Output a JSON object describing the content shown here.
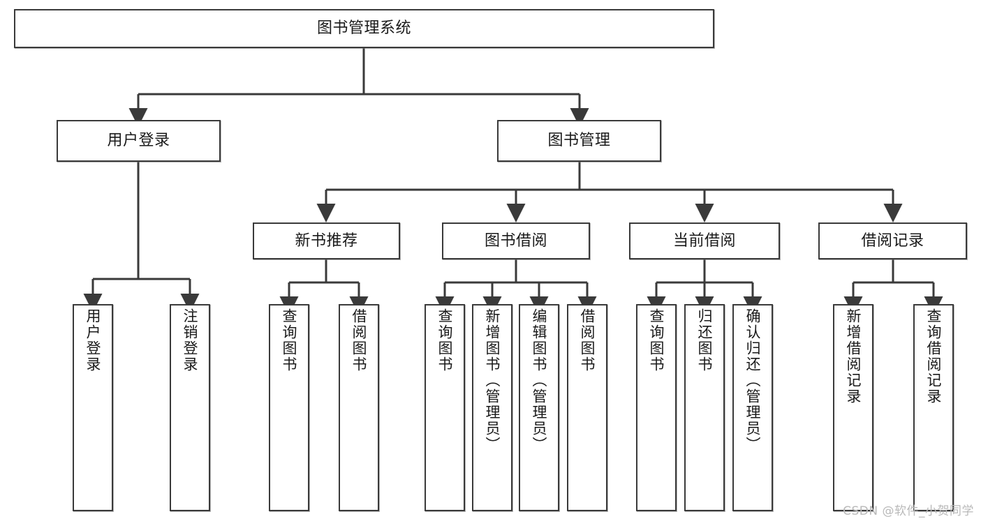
{
  "diagram": {
    "type": "tree-hierarchy",
    "title": "图书管理系统",
    "watermark": "CSDN @软件_小贺同学",
    "colors": {
      "stroke": "#3a3a3a",
      "fill": "#ffffff",
      "text": "#1a1a1a",
      "watermark": "#b9b9b9"
    },
    "nodes": {
      "root": {
        "label": "图书管理系统"
      },
      "level2": [
        {
          "label": "用户登录"
        },
        {
          "label": "图书管理"
        }
      ],
      "level3": [
        {
          "label": "新书推荐"
        },
        {
          "label": "图书借阅"
        },
        {
          "label": "当前借阅"
        },
        {
          "label": "借阅记录"
        }
      ],
      "leaves": {
        "user_login": [
          {
            "label": "用户登录"
          },
          {
            "label": "注销登录"
          }
        ],
        "new_book": [
          {
            "label": "查询图书"
          },
          {
            "label": "借阅图书"
          }
        ],
        "book_borrow": [
          {
            "label": "查询图书"
          },
          {
            "label": "新增图书（管理员）"
          },
          {
            "label": "编辑图书（管理员）"
          },
          {
            "label": "借阅图书"
          }
        ],
        "current_borrow": [
          {
            "label": "查询图书"
          },
          {
            "label": "归还图书"
          },
          {
            "label": "确认归还（管理员）"
          }
        ],
        "borrow_record": [
          {
            "label": "新增借阅记录"
          },
          {
            "label": "查询借阅记录"
          }
        ]
      }
    }
  }
}
